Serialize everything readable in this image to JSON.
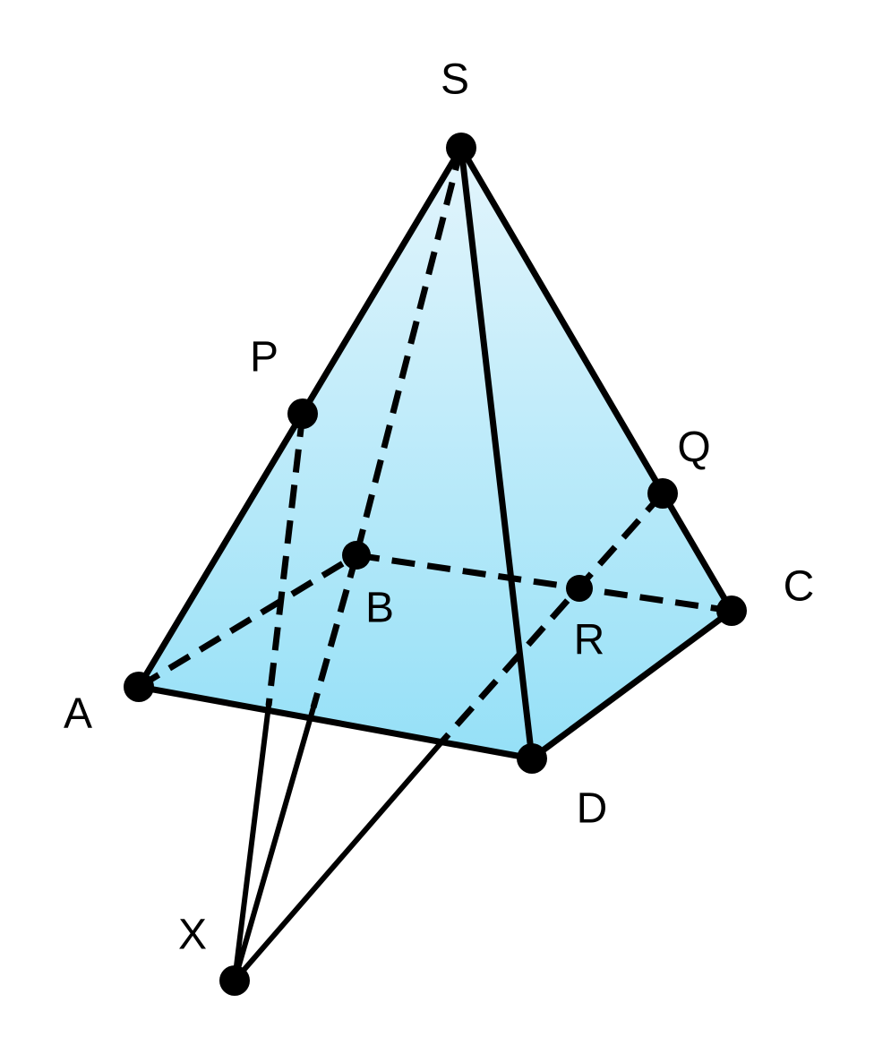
{
  "labels": {
    "S": "S",
    "P": "P",
    "Q": "Q",
    "B": "B",
    "C": "C",
    "R": "R",
    "A": "A",
    "D": "D",
    "X": "X"
  },
  "colors": {
    "face_top": "#e3f5fc",
    "face_bottom": "#95e0f7",
    "stroke": "#000000"
  }
}
